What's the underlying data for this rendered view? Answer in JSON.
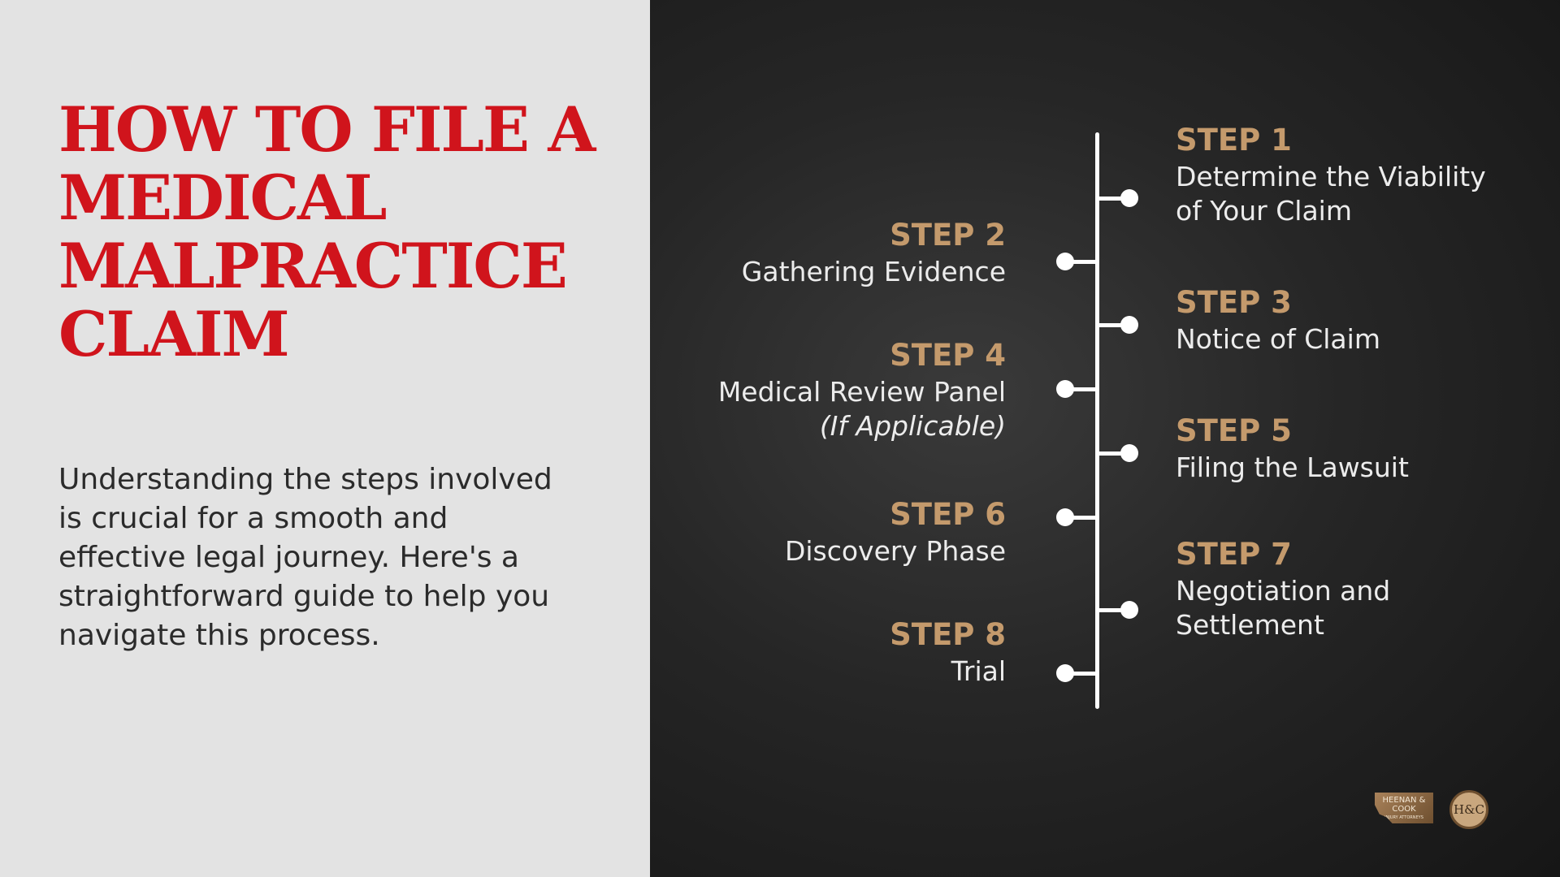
{
  "title": "HOW TO FILE A MEDICAL MALPRACTICE CLAIM",
  "intro": "Understanding the steps involved is crucial for a smooth and effective legal journey. Here's a straightforward guide to help you navigate this process.",
  "steps": [
    {
      "label": "STEP 1",
      "desc": "Determine the Viability",
      "desc2": "of Your Claim"
    },
    {
      "label": "STEP 2",
      "desc": "Gathering Evidence"
    },
    {
      "label": "STEP 3",
      "desc": "Notice of Claim"
    },
    {
      "label": "STEP 4",
      "desc": "Medical Review Panel",
      "desc2": "(If Applicable)"
    },
    {
      "label": "STEP 5",
      "desc": "Filing the Lawsuit"
    },
    {
      "label": "STEP 6",
      "desc": "Discovery Phase"
    },
    {
      "label": "STEP 7",
      "desc": "Negotiation and",
      "desc2": "Settlement"
    },
    {
      "label": "STEP 8",
      "desc": "Trial"
    }
  ],
  "logos": {
    "firm": "HEENAN & COOK",
    "firm_sub": "INJURY ATTORNEYS",
    "badge": "H&C"
  },
  "colors": {
    "title": "#d0141c",
    "step_label": "#c49a6c"
  }
}
